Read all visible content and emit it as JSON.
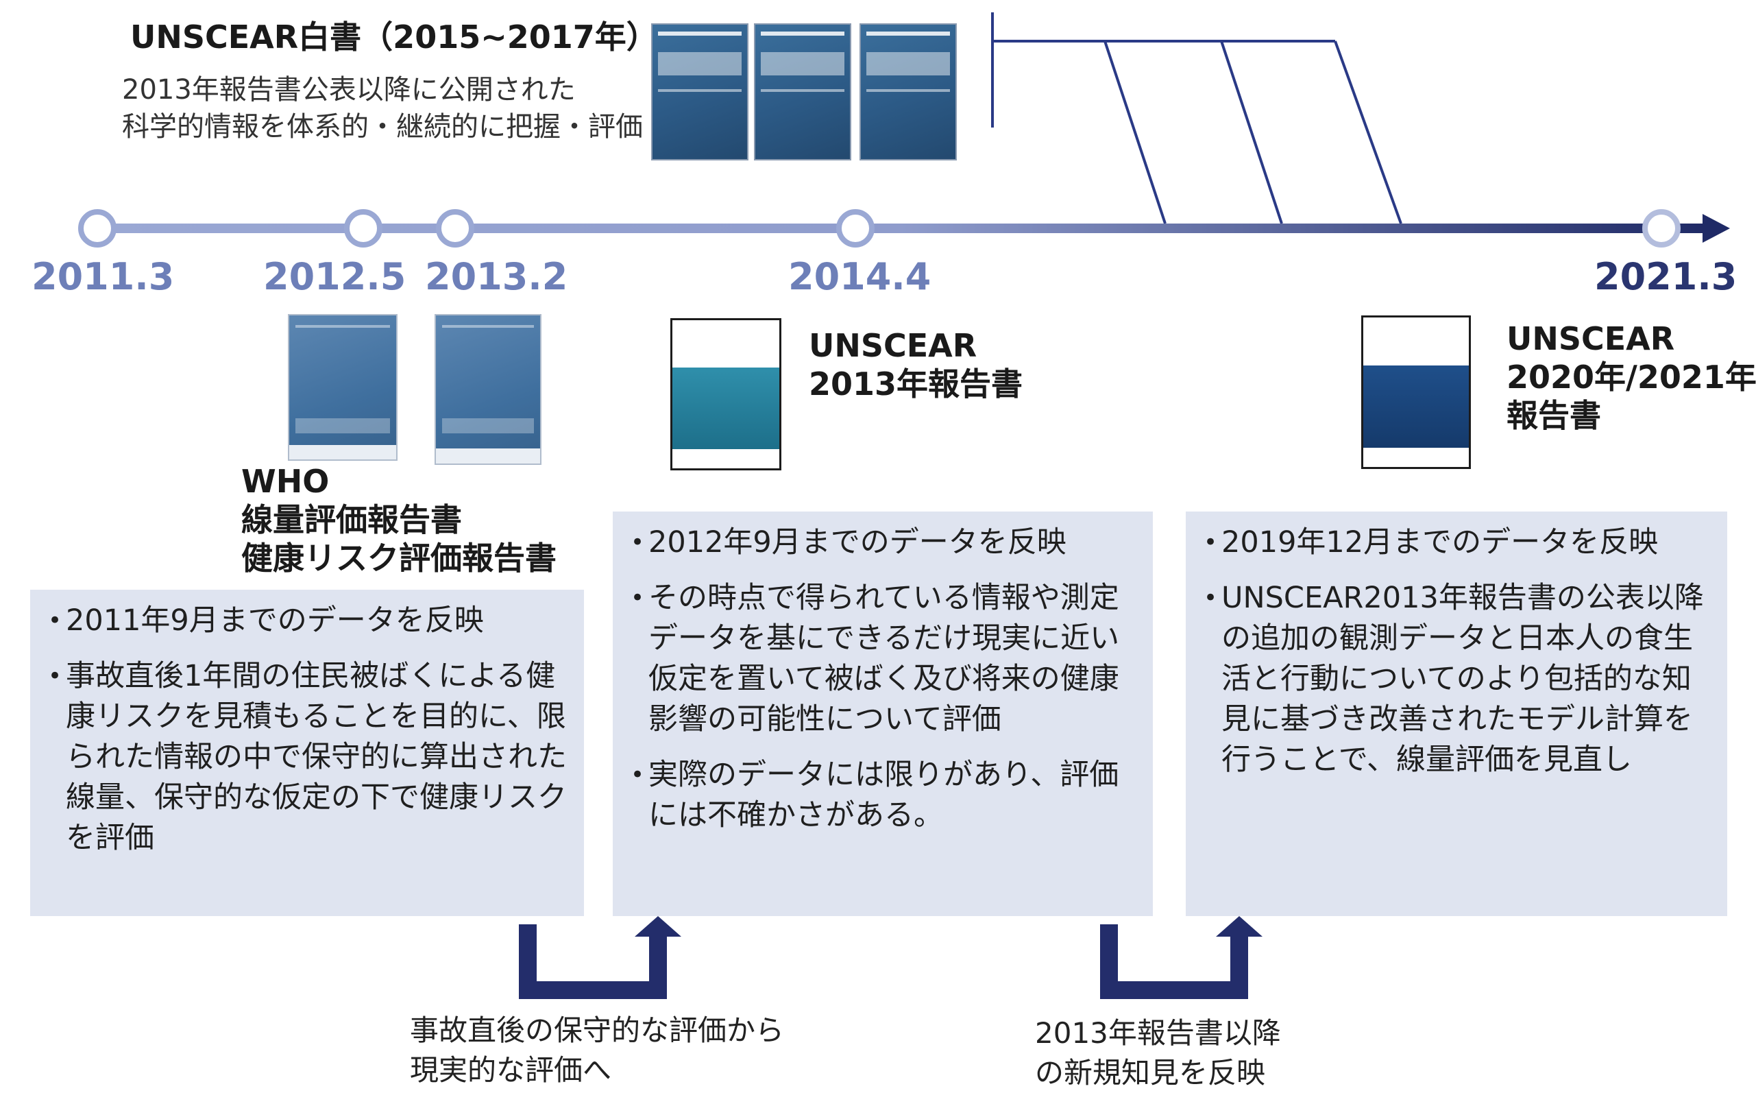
{
  "white_paper": {
    "title": "UNSCEAR白書（2015~2017年）",
    "description_lines": [
      "2013年報告書公表以降に公開された",
      "科学的情報を体系的・継続的に把握・評価"
    ]
  },
  "timeline": {
    "dates": [
      "2011.3",
      "2012.5",
      "2013.2",
      "2014.4",
      "2021.3"
    ]
  },
  "documents": {
    "who": {
      "line1": "WHO",
      "line2": "線量評価報告書",
      "line3": "健康リスク評価報告書"
    },
    "unscear_2013": {
      "line1": "UNSCEAR",
      "line2": "2013年報告書"
    },
    "unscear_2020": {
      "line1": "UNSCEAR",
      "line2": "2020年/2021年",
      "line3": "報告書"
    }
  },
  "boxes": {
    "who": {
      "bullets": [
        "2011年9月までのデータを反映",
        "事故直後1年間の住民被ばくによる健康リスクを見積もることを目的に、限られた情報の中で保守的に算出された線量、保守的な仮定の下で健康リスクを評価"
      ]
    },
    "unscear_2013": {
      "bullets": [
        "2012年9月までのデータを反映",
        "その時点で得られている情報や測定データを基にできるだけ現実に近い仮定を置いて被ばく及び将来の健康影響の可能性について評価",
        "実際のデータには限りがあり、評価には不確かさがある。"
      ]
    },
    "unscear_2020": {
      "bullets": [
        "2019年12月までのデータを反映",
        "UNSCEAR2013年報告書の公表以降の追加の観測データと日本人の食生活と行動についてのより包括的な知見に基づき改善されたモデル計算を行うことで、線量評価を見直し"
      ]
    }
  },
  "transitions": {
    "first": [
      "事故直後の保守的な評価から",
      "現実的な評価へ"
    ],
    "second": [
      "2013年報告書以降",
      "の新規知見を反映"
    ]
  },
  "colors": {
    "timeline_light": "#9aa8d4",
    "timeline_dark": "#1f2a66",
    "box_fill": "#dfe4f0",
    "arrow": "#232d6b"
  }
}
